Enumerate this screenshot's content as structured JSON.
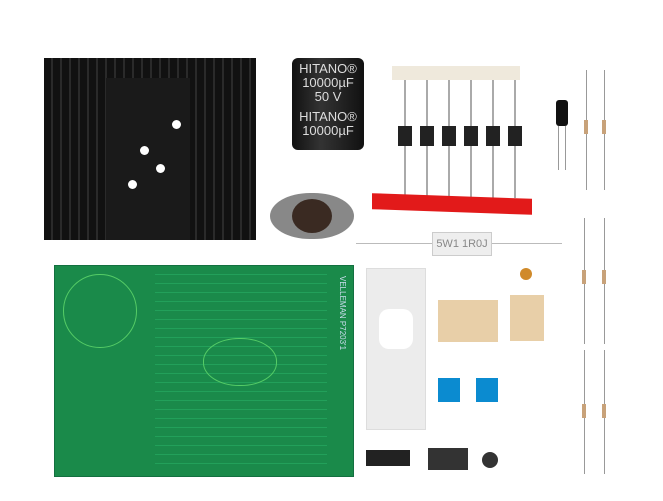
{
  "capacitor": {
    "brand": "HITANO®",
    "value": "10000µF",
    "voltage": "50 V"
  },
  "pcb": {
    "brand": "VELLEMAN",
    "code": "P7203'1"
  },
  "power_resistor": {
    "marking": "5W1 1R0J"
  }
}
